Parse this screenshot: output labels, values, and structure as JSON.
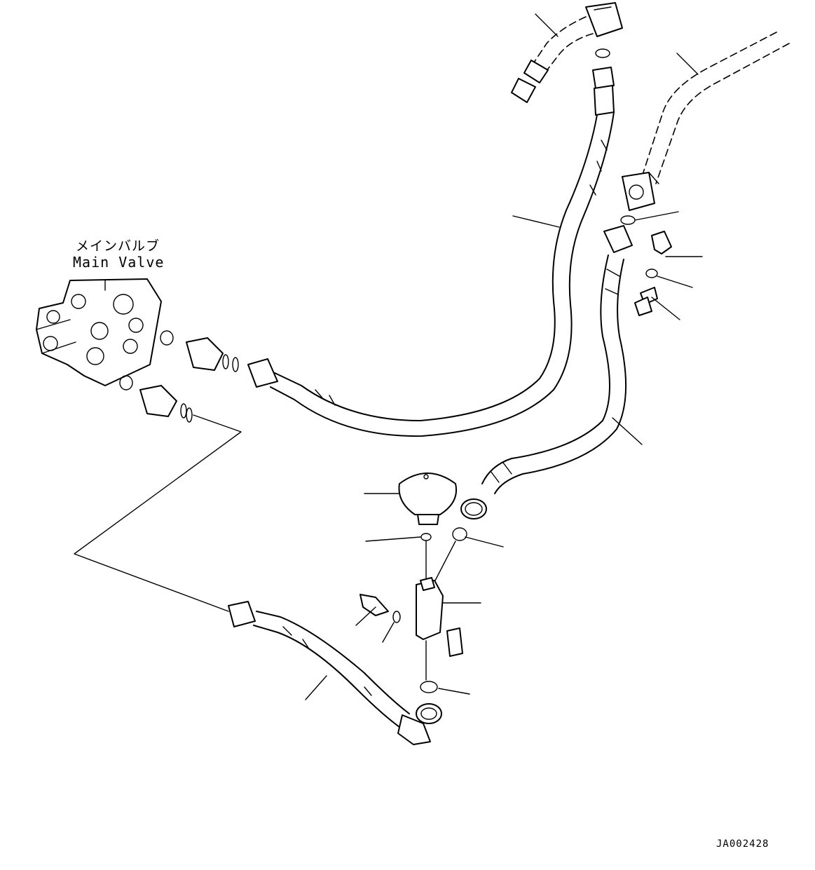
{
  "component_label": {
    "japanese": "メインバルブ",
    "english": "Main Valve"
  },
  "drawing_id": "JA002428"
}
